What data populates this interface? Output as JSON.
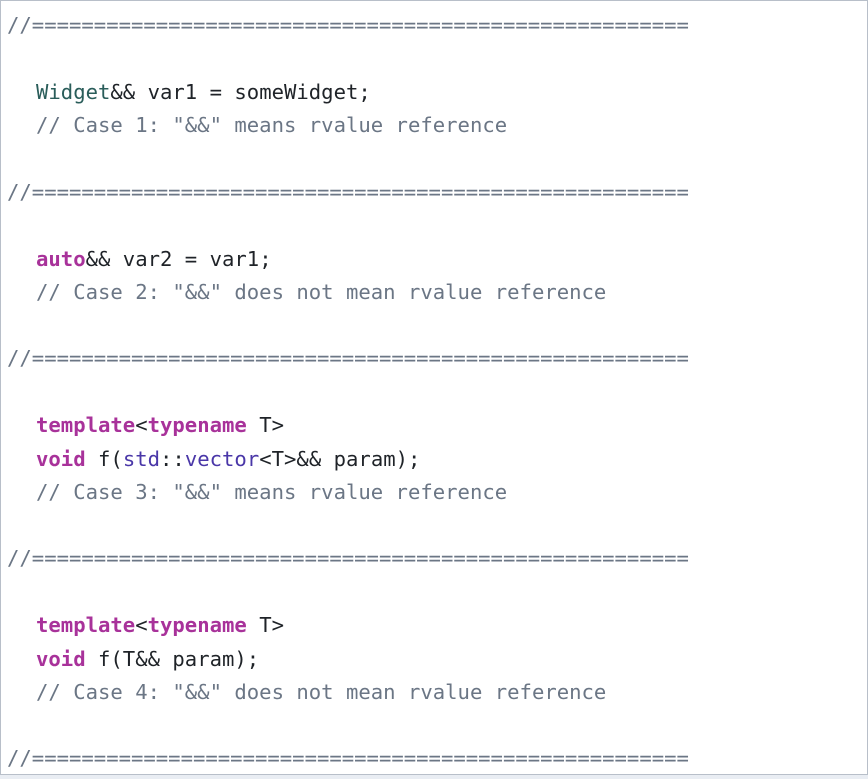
{
  "code": {
    "separator": "//=====================================================",
    "sections": [
      {
        "name": "case-1",
        "lines": [
          [
            [
              "type",
              "Widget"
            ],
            [
              "plain",
              "&& var1 = someWidget;"
            ]
          ],
          [
            [
              "comment",
              "// Case 1: \"&&\" means rvalue reference"
            ]
          ]
        ]
      },
      {
        "name": "case-2",
        "lines": [
          [
            [
              "keyword",
              "auto"
            ],
            [
              "plain",
              "&& var2 = var1;"
            ]
          ],
          [
            [
              "comment",
              "// Case 2: \"&&\" does not mean rvalue reference"
            ]
          ]
        ]
      },
      {
        "name": "case-3",
        "lines": [
          [
            [
              "keyword",
              "template"
            ],
            [
              "plain",
              "<"
            ],
            [
              "keyword",
              "typename"
            ],
            [
              "plain",
              " T>"
            ]
          ],
          [
            [
              "keyword",
              "void"
            ],
            [
              "plain",
              " f("
            ],
            [
              "namespace",
              "std"
            ],
            [
              "plain",
              "::"
            ],
            [
              "namespace",
              "vector"
            ],
            [
              "plain",
              "<T>&& param);"
            ]
          ],
          [
            [
              "comment",
              "// Case 3: \"&&\" means rvalue reference"
            ]
          ]
        ]
      },
      {
        "name": "case-4",
        "lines": [
          [
            [
              "keyword",
              "template"
            ],
            [
              "plain",
              "<"
            ],
            [
              "keyword",
              "typename"
            ],
            [
              "plain",
              " T>"
            ]
          ],
          [
            [
              "keyword",
              "void"
            ],
            [
              "plain",
              " f(T&& param);"
            ]
          ],
          [
            [
              "comment",
              "// Case 4: \"&&\" does not mean rvalue reference"
            ]
          ]
        ]
      }
    ]
  },
  "colors": {
    "keyword": "#a8329a",
    "type": "#2a5d5a",
    "namespace": "#4a37a8",
    "comment": "#6b7685",
    "plain": "#1f2328",
    "background": "#ffffff"
  }
}
